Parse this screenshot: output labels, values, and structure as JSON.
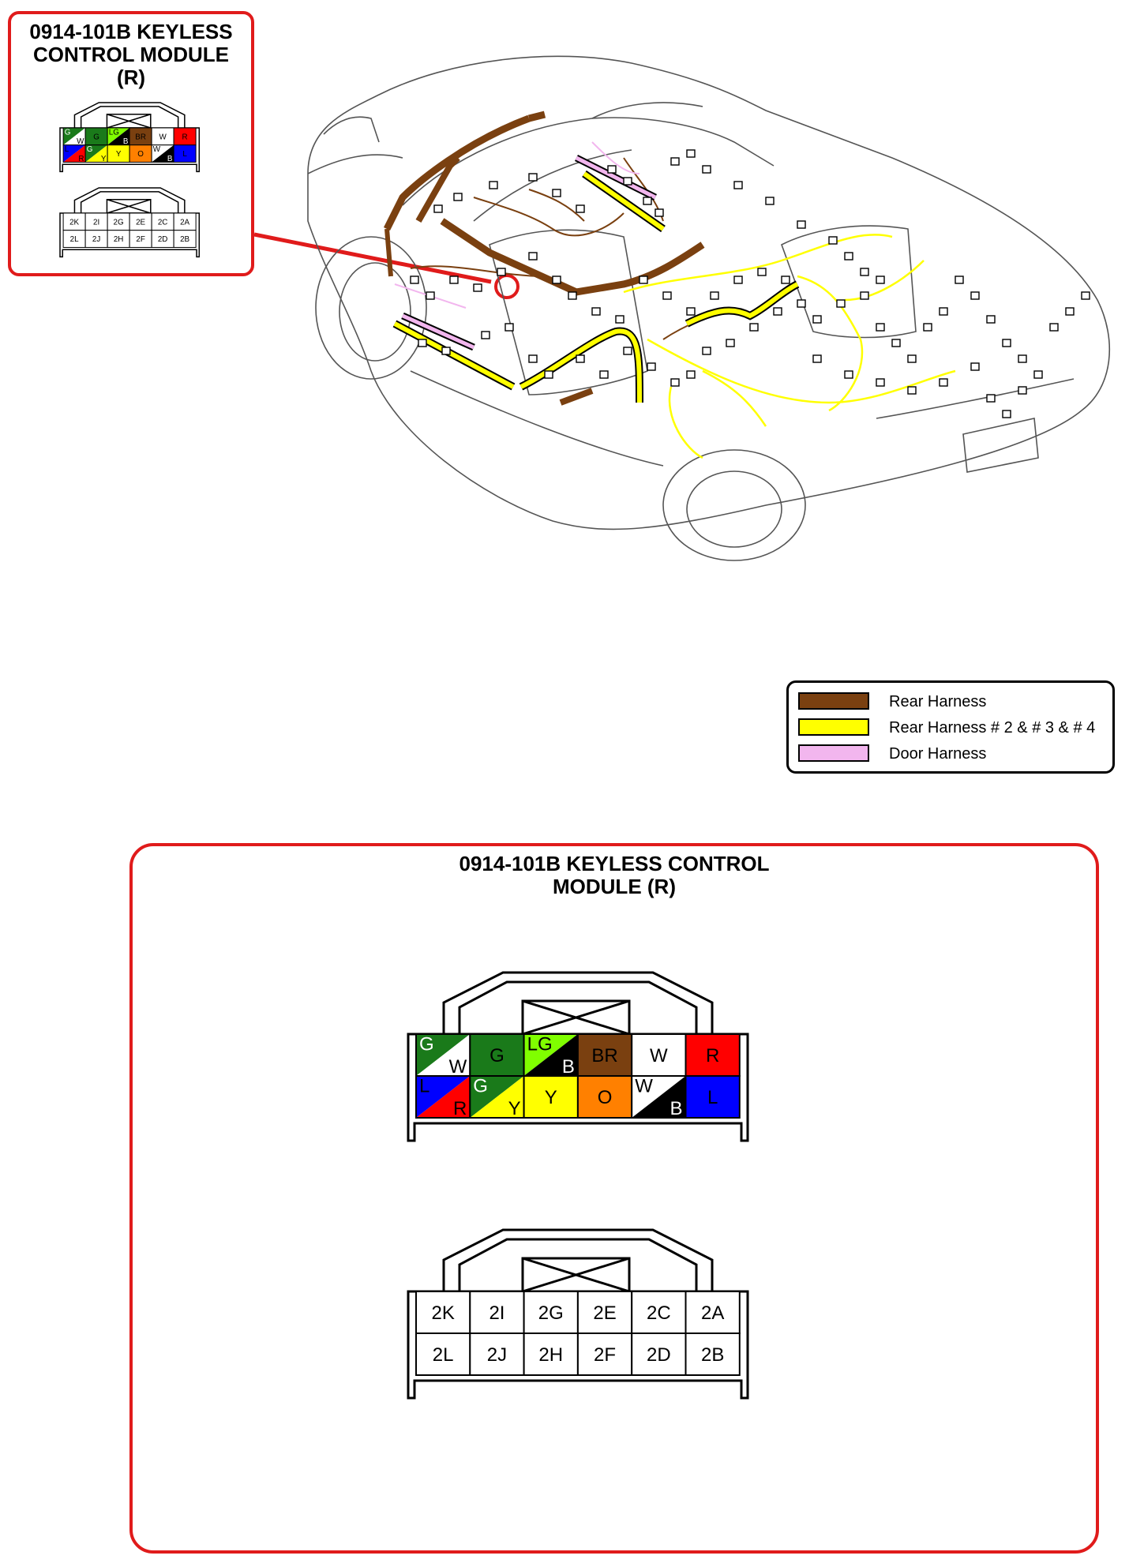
{
  "inset": {
    "title_line1": "0914-101B KEYLESS",
    "title_line2": "CONTROL MODULE",
    "title_line3": "(R)"
  },
  "detail": {
    "title_line1": "0914-101B KEYLESS CONTROL",
    "title_line2": "MODULE (R)"
  },
  "legend": [
    {
      "label": "Rear Harness",
      "color": "#7a4010"
    },
    {
      "label": "Rear Harness # 2 & # 3 & # 4",
      "color": "#ffff00"
    },
    {
      "label": "Door Harness",
      "color": "#f2b6ee"
    }
  ],
  "connector_colors": {
    "row1": [
      {
        "type": "diag",
        "top": "G",
        "bottom": "W",
        "top_color": "#1a7a1a",
        "bottom_color": "#ffffff",
        "top_text": "#ffffff",
        "bottom_text": "#000000"
      },
      {
        "type": "solid",
        "label": "G",
        "color": "#1a7a1a",
        "text": "#000000"
      },
      {
        "type": "diag",
        "top": "LG",
        "bottom": "B",
        "top_color": "#80ff00",
        "bottom_color": "#000000",
        "top_text": "#000000",
        "bottom_text": "#ffffff"
      },
      {
        "type": "solid",
        "label": "BR",
        "color": "#7a4010",
        "text": "#000000"
      },
      {
        "type": "solid",
        "label": "W",
        "color": "#ffffff",
        "text": "#000000"
      },
      {
        "type": "solid",
        "label": "R",
        "color": "#ff0000",
        "text": "#000000"
      }
    ],
    "row2": [
      {
        "type": "diag",
        "top": "L",
        "bottom": "R",
        "top_color": "#0000ff",
        "bottom_color": "#ff0000",
        "top_text": "#000000",
        "bottom_text": "#000000"
      },
      {
        "type": "diag",
        "top": "G",
        "bottom": "Y",
        "top_color": "#1a7a1a",
        "bottom_color": "#ffff00",
        "top_text": "#ffffff",
        "bottom_text": "#000000"
      },
      {
        "type": "solid",
        "label": "Y",
        "color": "#ffff00",
        "text": "#000000"
      },
      {
        "type": "solid",
        "label": "O",
        "color": "#ff8000",
        "text": "#000000"
      },
      {
        "type": "diag",
        "top": "W",
        "bottom": "B",
        "top_color": "#ffffff",
        "bottom_color": "#000000",
        "top_text": "#000000",
        "bottom_text": "#ffffff"
      },
      {
        "type": "solid",
        "label": "L",
        "color": "#0000ff",
        "text": "#000000"
      }
    ]
  },
  "connector_pins": {
    "row1": [
      "2K",
      "2I",
      "2G",
      "2E",
      "2C",
      "2A"
    ],
    "row2": [
      "2L",
      "2J",
      "2H",
      "2F",
      "2D",
      "2B"
    ]
  },
  "colors": {
    "callout": "#e01b1b",
    "rear_harness": "#7a4010",
    "rear_harness_2_3_4": "#ffff00",
    "door_harness": "#f2b6ee"
  }
}
